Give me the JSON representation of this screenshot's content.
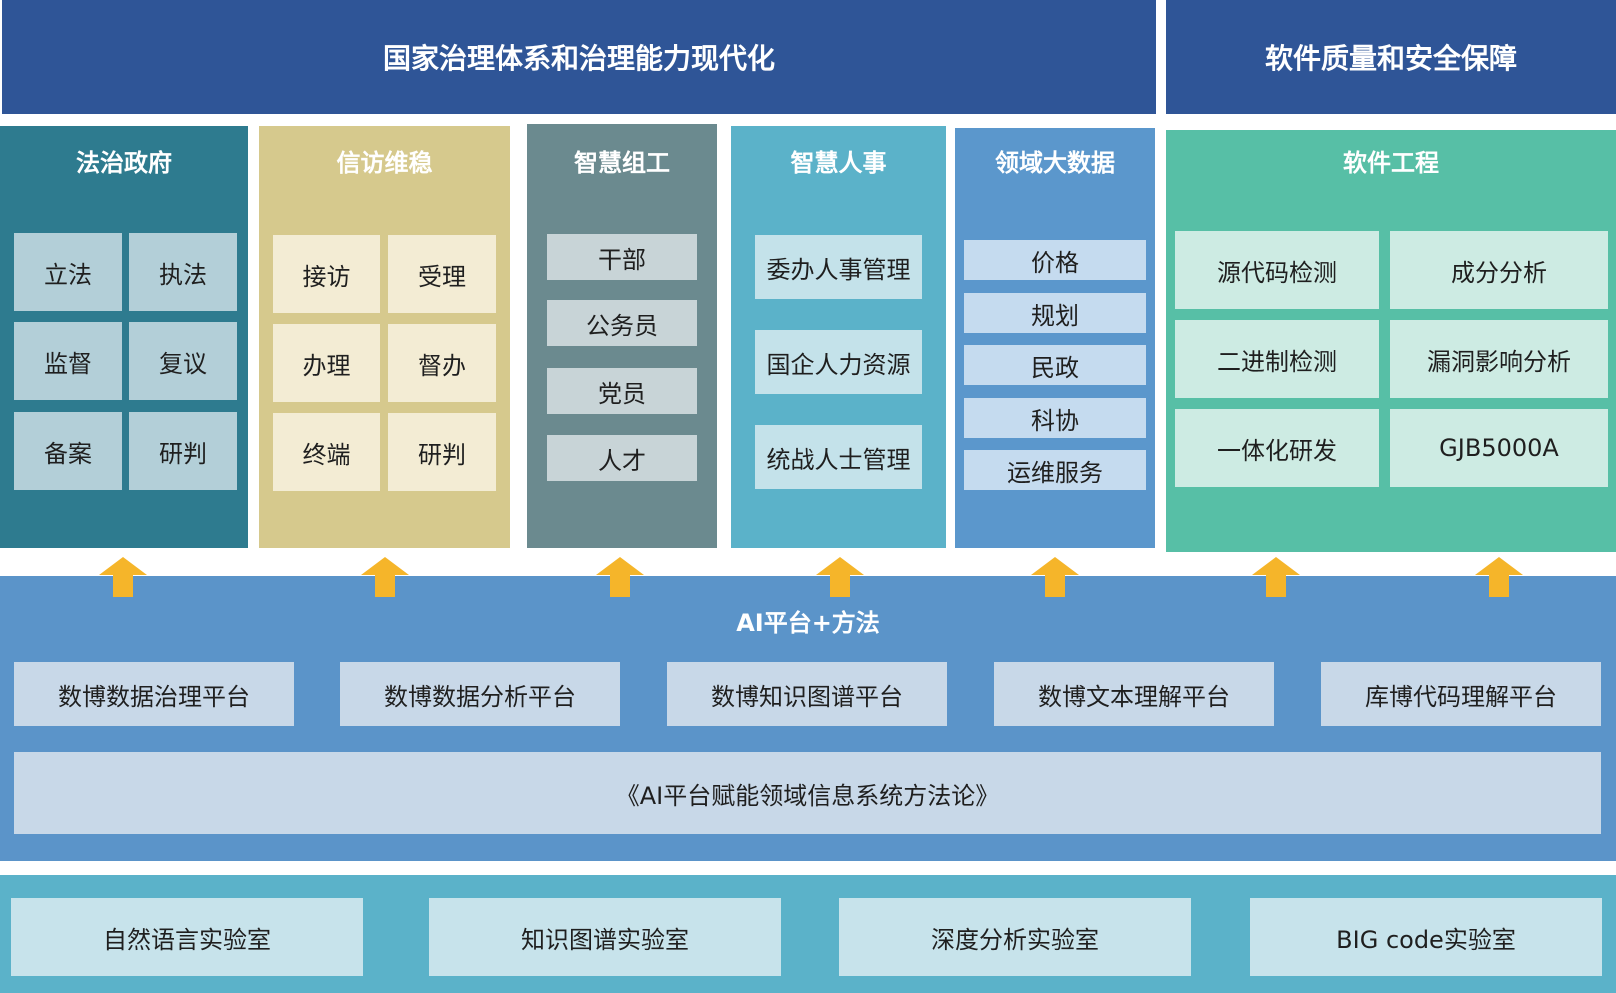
{
  "banners": {
    "left": "国家治理体系和治理能力现代化",
    "right": "软件质量和安全保障"
  },
  "columns": {
    "fazhi": {
      "title": "法治政府",
      "items": [
        "立法",
        "执法",
        "监督",
        "复议",
        "备案",
        "研判"
      ]
    },
    "xinfang": {
      "title": "信访维稳",
      "items": [
        "接访",
        "受理",
        "办理",
        "督办",
        "终端",
        "研判"
      ]
    },
    "zuzhi": {
      "title": "智慧组工",
      "items": [
        "干部",
        "公务员",
        "党员",
        "人才"
      ]
    },
    "renshi": {
      "title": "智慧人事",
      "items": [
        "委办人事管理",
        "国企人力资源",
        "统战人士管理"
      ]
    },
    "dashuju": {
      "title": "领域大数据",
      "items": [
        "价格",
        "规划",
        "民政",
        "科协",
        "运维服务"
      ]
    },
    "ruanjian": {
      "title": "软件工程",
      "items": [
        "源代码检测",
        "成分分析",
        "二进制检测",
        "漏洞影响分析",
        "一体化研发",
        "GJB5000A"
      ]
    }
  },
  "platform": {
    "title": "AI平台+方法",
    "items": [
      "数博数据治理平台",
      "数博数据分析平台",
      "数博知识图谱平台",
      "数博文本理解平台",
      "库博代码理解平台"
    ],
    "methodology": "《AI平台赋能领域信息系统方法论》"
  },
  "labs": [
    "自然语言实验室",
    "知识图谱实验室",
    "深度分析实验室",
    "BIG code实验室"
  ],
  "colors": {
    "banner": "#2f5597",
    "arrow": "#f5b52a",
    "platform": "#5b94c9",
    "lab": "#5bb2c9"
  }
}
